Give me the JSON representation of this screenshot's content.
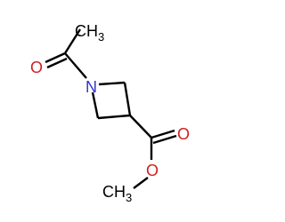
{
  "molecule": {
    "atoms": {
      "nitrogen": {
        "symbol": "N",
        "color": "#3333cc"
      },
      "carbonyl_o_acetyl": {
        "symbol": "O",
        "color": "#cc2020"
      },
      "carbonyl_o_ester": {
        "symbol": "O",
        "color": "#cc2020"
      },
      "ester_o": {
        "symbol": "O",
        "color": "#cc2020"
      },
      "acetyl_methyl": {
        "symbol": "CH",
        "subscript": "3",
        "color": "#000000"
      },
      "ester_methyl": {
        "symbol": "CH",
        "subscript": "3",
        "color": "#000000"
      }
    },
    "bond_color": "#000000"
  }
}
